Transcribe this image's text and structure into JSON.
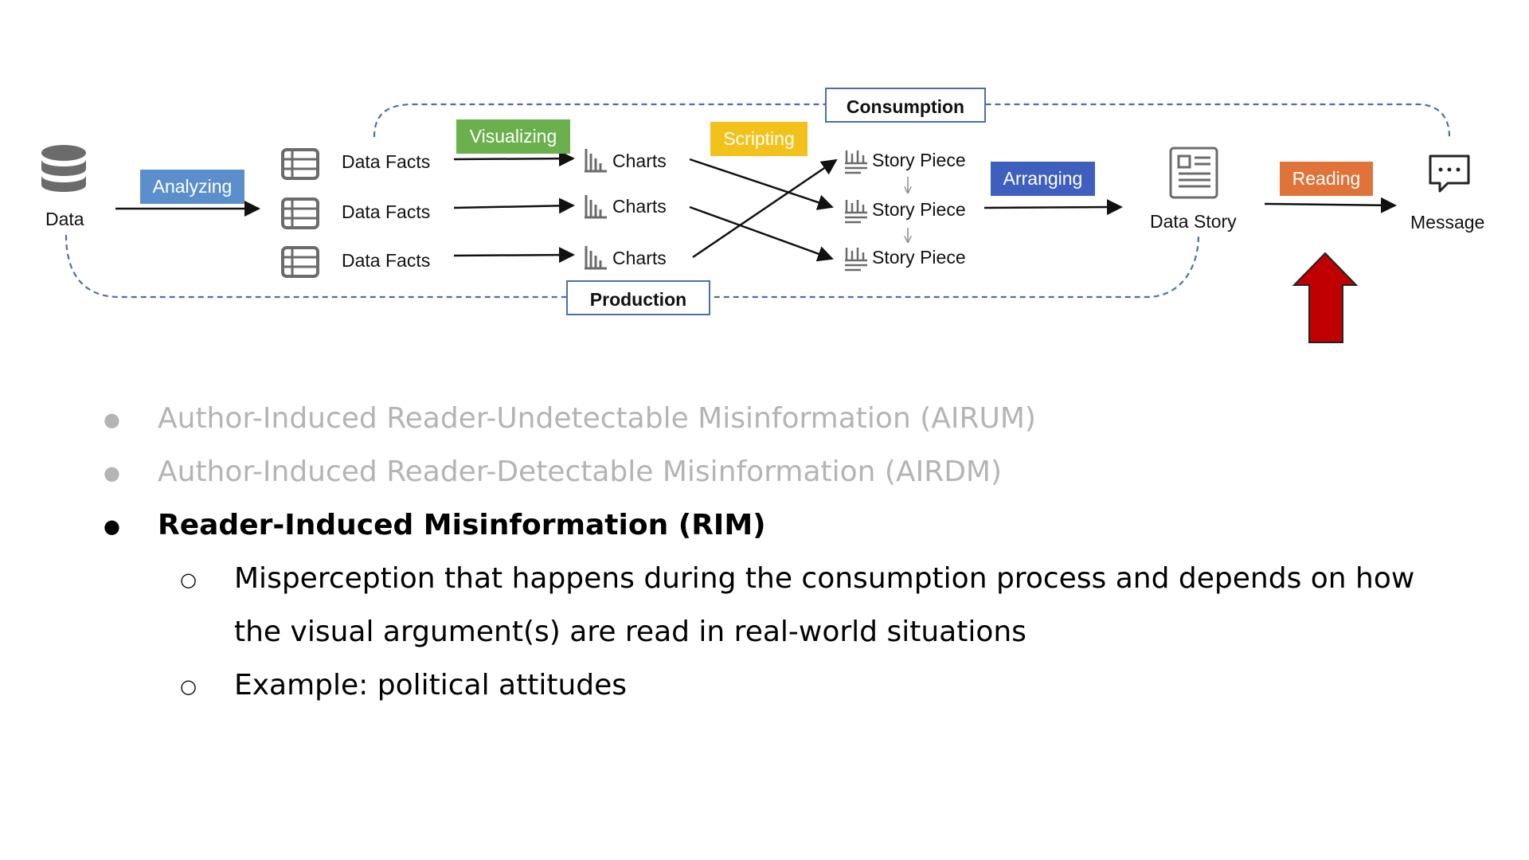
{
  "diagram": {
    "nodes": {
      "data": "Data",
      "data_facts": [
        "Data Facts",
        "Data Facts",
        "Data Facts"
      ],
      "charts": [
        "Charts",
        "Charts",
        "Charts"
      ],
      "story_pieces": [
        "Story Piece",
        "Story Piece",
        "Story Piece"
      ],
      "data_story": "Data Story",
      "message": "Message"
    },
    "steps": {
      "analyzing": "Analyzing",
      "visualizing": "Visualizing",
      "scripting": "Scripting",
      "arranging": "Arranging",
      "reading": "Reading"
    },
    "phases": {
      "consumption": "Consumption",
      "production": "Production"
    },
    "colors": {
      "analyzing": "#5b8fcc",
      "visualizing": "#6ab04c",
      "scripting": "#f2c21b",
      "arranging": "#3f5fbf",
      "reading": "#e0733a",
      "dashed_loop": "#4a6fae",
      "highlight_arrow": "#c00000"
    },
    "icons": {
      "data": "database-icon",
      "data_facts": "table-icon",
      "charts": "bar-chart-icon",
      "story_piece": "chart-with-lines-icon",
      "data_story": "newspaper-icon",
      "message": "chat-bubble-icon",
      "highlight": "up-arrow-icon"
    }
  },
  "bullets": [
    {
      "text": "Author-Induced Reader-Undetectable Misinformation (AIRUM)",
      "state": "faded"
    },
    {
      "text": "Author-Induced Reader-Detectable Misinformation (AIRDM)",
      "state": "faded"
    },
    {
      "text": "Reader-Induced Misinformation (RIM)",
      "state": "active"
    }
  ],
  "sub_bullets": [
    {
      "line1": "Misperception that happens during the consumption process and depends on how",
      "line2": "the visual argument(s) are read in real-world situations"
    },
    {
      "line1": "Example: political attitudes"
    }
  ],
  "bullet_symbols": {
    "main": "●",
    "sub": "○"
  }
}
